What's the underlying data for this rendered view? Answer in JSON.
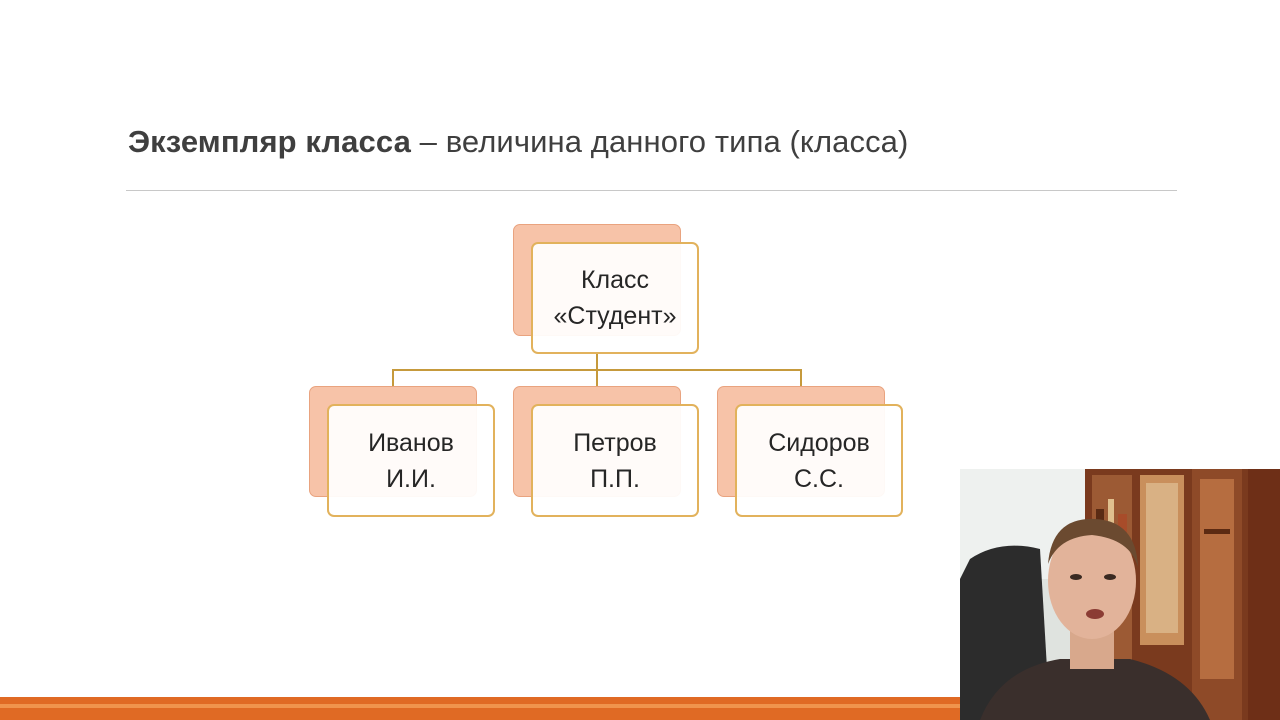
{
  "slide": {
    "title_term": "Экземпляр класса",
    "title_rest": " – величина данного типа (класса)"
  },
  "diagram": {
    "root": {
      "line1": "Класс",
      "line2": "«Студент»"
    },
    "children": [
      {
        "line1": "Иванов",
        "line2": "И.И."
      },
      {
        "line1": "Петров",
        "line2": "П.П."
      },
      {
        "line1": "Сидоров",
        "line2": "С.С."
      }
    ]
  },
  "colors": {
    "node_fill_back": "#f7c3a8",
    "node_border": "#e2b25c",
    "connector": "#c69a3c",
    "accent_bar": "#e06a24"
  }
}
